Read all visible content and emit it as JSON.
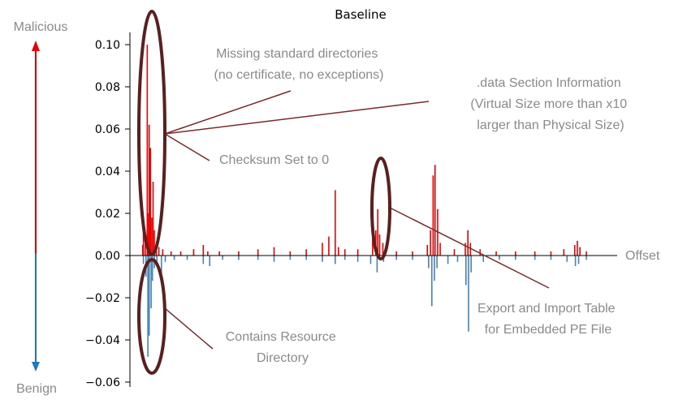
{
  "chart_data": {
    "type": "bar",
    "title": "Baseline",
    "xlabel": "Offset",
    "ylabel": "",
    "ylim": [
      -0.06,
      0.105
    ],
    "yticks": [
      0.1,
      0.08,
      0.06,
      0.04,
      0.02,
      0.0,
      -0.02,
      -0.04,
      -0.06
    ],
    "ytick_labels": [
      "0.10",
      "0.08",
      "0.06",
      "0.04",
      "0.02",
      "0.00",
      "−0.02",
      "−0.04",
      "−0.06"
    ],
    "grid": false,
    "series": [
      {
        "color": "#ee0000",
        "points": [
          [
            0.1,
            0.005
          ],
          [
            0.2,
            0.012
          ],
          [
            0.5,
            0.008
          ],
          [
            0.8,
            0.1
          ],
          [
            0.9,
            0.02
          ],
          [
            1.1,
            0.062
          ],
          [
            1.3,
            0.051
          ],
          [
            1.5,
            0.018
          ],
          [
            1.7,
            0.035
          ],
          [
            1.9,
            0.012
          ],
          [
            2.2,
            0.006
          ],
          [
            2.6,
            0.004
          ],
          [
            3.2,
            0.003
          ],
          [
            4.5,
            0.002
          ],
          [
            6.0,
            0.002
          ],
          [
            8.0,
            0.003
          ],
          [
            9.5,
            0.005
          ],
          [
            10.2,
            0.002
          ],
          [
            12.0,
            0.002
          ],
          [
            15.0,
            0.002
          ],
          [
            18.0,
            0.003
          ],
          [
            20.5,
            0.004
          ],
          [
            23.0,
            0.002
          ],
          [
            25.5,
            0.003
          ],
          [
            28.0,
            0.006
          ],
          [
            29.0,
            0.009
          ],
          [
            30.0,
            0.031
          ],
          [
            30.5,
            0.004
          ],
          [
            31.5,
            0.003
          ],
          [
            33.5,
            0.003
          ],
          [
            35.8,
            0.008
          ],
          [
            36.3,
            0.012
          ],
          [
            36.6,
            0.022
          ],
          [
            36.9,
            0.01
          ],
          [
            37.4,
            0.006
          ],
          [
            39.5,
            0.002
          ],
          [
            42.0,
            0.002
          ],
          [
            44.3,
            0.005
          ],
          [
            44.8,
            0.012
          ],
          [
            45.2,
            0.038
          ],
          [
            45.5,
            0.043
          ],
          [
            45.9,
            0.022
          ],
          [
            46.3,
            0.006
          ],
          [
            48.5,
            0.003
          ],
          [
            50.2,
            0.006
          ],
          [
            50.6,
            0.012
          ],
          [
            51.0,
            0.006
          ],
          [
            52.5,
            0.003
          ],
          [
            55.0,
            0.002
          ],
          [
            58.0,
            0.002
          ],
          [
            61.0,
            0.002
          ],
          [
            63.5,
            0.002
          ],
          [
            65.5,
            0.003
          ],
          [
            67.2,
            0.005
          ],
          [
            67.6,
            0.007
          ],
          [
            68.0,
            0.004
          ],
          [
            69.0,
            0.002
          ]
        ]
      },
      {
        "color": "#4682b4",
        "points": [
          [
            0.2,
            -0.004
          ],
          [
            0.6,
            -0.01
          ],
          [
            0.9,
            -0.048
          ],
          [
            1.1,
            -0.038
          ],
          [
            1.4,
            -0.025
          ],
          [
            1.6,
            -0.012
          ],
          [
            1.9,
            -0.006
          ],
          [
            2.3,
            -0.004
          ],
          [
            3.0,
            -0.01
          ],
          [
            3.6,
            -0.003
          ],
          [
            5.0,
            -0.002
          ],
          [
            7.0,
            -0.002
          ],
          [
            9.5,
            -0.004
          ],
          [
            10.5,
            -0.005
          ],
          [
            12.5,
            -0.002
          ],
          [
            15.0,
            -0.002
          ],
          [
            18.0,
            -0.002
          ],
          [
            20.5,
            -0.003
          ],
          [
            23.0,
            -0.002
          ],
          [
            25.5,
            -0.002
          ],
          [
            28.0,
            -0.003
          ],
          [
            30.0,
            -0.004
          ],
          [
            31.5,
            -0.002
          ],
          [
            33.5,
            -0.003
          ],
          [
            35.5,
            -0.004
          ],
          [
            36.5,
            -0.008
          ],
          [
            37.5,
            -0.003
          ],
          [
            39.5,
            -0.002
          ],
          [
            42.0,
            -0.002
          ],
          [
            44.5,
            -0.006
          ],
          [
            45.0,
            -0.024
          ],
          [
            45.4,
            -0.012
          ],
          [
            45.8,
            -0.006
          ],
          [
            47.5,
            -0.004
          ],
          [
            49.0,
            -0.003
          ],
          [
            50.3,
            -0.014
          ],
          [
            50.7,
            -0.036
          ],
          [
            51.1,
            -0.008
          ],
          [
            53.0,
            -0.003
          ],
          [
            55.5,
            -0.002
          ],
          [
            58.0,
            -0.002
          ],
          [
            61.0,
            -0.002
          ],
          [
            63.5,
            -0.002
          ],
          [
            66.0,
            -0.003
          ],
          [
            67.3,
            -0.005
          ],
          [
            67.8,
            -0.004
          ],
          [
            69.0,
            -0.002
          ]
        ]
      }
    ],
    "x_range": [
      0,
      70
    ]
  },
  "side_labels": {
    "top": "Malicious",
    "bottom": "Benign",
    "top_color": "#ee0000",
    "bottom_color": "#1f77b4"
  },
  "annotations": [
    {
      "lines": [
        "Missing standard directories",
        "(no certificate, no exceptions)"
      ]
    },
    {
      "lines": [
        ".data Section Information",
        "(Virtual Size more than x10",
        "larger than Physical Size)"
      ]
    },
    {
      "lines": [
        "Checksum Set to 0"
      ]
    },
    {
      "lines": [
        "Export and Import Table",
        "for Embedded PE File"
      ]
    },
    {
      "lines": [
        "Contains Resource",
        "Directory"
      ]
    }
  ],
  "colors": {
    "ellipse": "#5a1f1f",
    "leader": "#7b2a2a",
    "annotation_text": "#8a8a8a"
  }
}
